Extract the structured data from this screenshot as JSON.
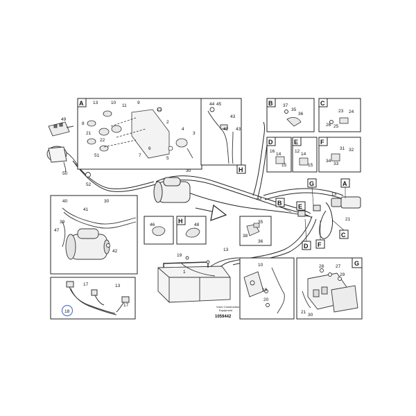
{
  "diagram": {
    "stamp": {
      "line1": "Volvo Construction",
      "line2": "Equipment"
    },
    "document_number": "1059442",
    "detail_letters": {
      "A": "A",
      "B": "B",
      "C": "C",
      "D": "D",
      "E": "E",
      "F": "F",
      "G": "G",
      "H": "H"
    },
    "callouts": {
      "a13": "13",
      "a10": "10",
      "a11": "11",
      "a9": "9",
      "a12": "12",
      "a2": "2",
      "a4": "4",
      "a3": "3",
      "a8": "8",
      "a21": "21",
      "a22": "22",
      "a7": "7",
      "a6": "6",
      "a5": "5",
      "h44": "44",
      "h45": "45",
      "h43a": "43",
      "h42": "42",
      "h43b": "43",
      "b37": "37",
      "b35": "35",
      "b36": "36",
      "c23": "23",
      "c24": "24",
      "c26": "26",
      "c25": "25",
      "d16": "16",
      "d14": "14",
      "d15": "15",
      "e12": "12",
      "e14": "14",
      "e15": "15",
      "f31": "31",
      "f32": "32",
      "f34": "34",
      "f33": "33",
      "m49": "49",
      "m51": "51",
      "m50": "50",
      "m52": "52",
      "m30": "30",
      "m43": "43",
      "m13": "13",
      "m21": "21",
      "s40": "40",
      "s41": "41",
      "s30": "30",
      "s39": "39",
      "s47": "47",
      "s42": "42",
      "c46": "46",
      "c48": "48",
      "cl35": "35",
      "cl38": "38",
      "cl36": "36",
      "bat19": "19",
      "bat1": "1",
      "bat13": "13",
      "d17a": "17",
      "d13": "13",
      "d17b": "17",
      "d18": "18",
      "r10": "10",
      "r19": "19",
      "r20": "20",
      "g28": "28",
      "g27": "27",
      "g29": "29",
      "g21": "21",
      "g30": "30"
    }
  }
}
